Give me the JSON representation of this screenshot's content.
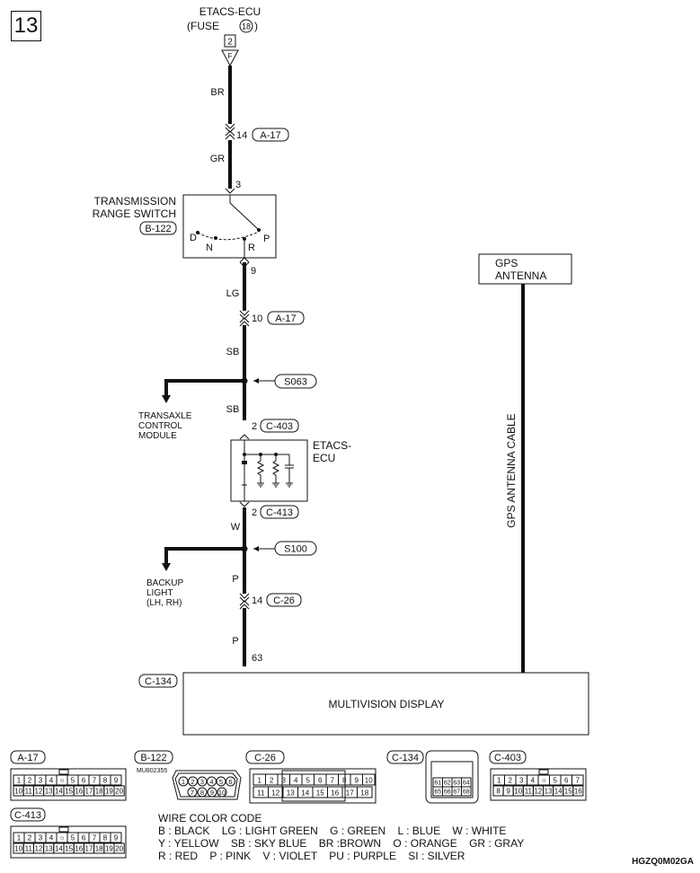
{
  "page_number": "13",
  "figure_code": "HGZQ0M02GA",
  "power_source": {
    "line1": "ETACS-ECU",
    "fuse_prefix": "(FUSE",
    "fuse_num": "18",
    "fuse_suffix": ")",
    "pin": "2",
    "terminal": "F"
  },
  "wires": [
    {
      "color": "BR"
    },
    {
      "color": "GR"
    },
    {
      "color": "LG"
    },
    {
      "color": "SB"
    },
    {
      "color": "SB"
    },
    {
      "color": "W"
    },
    {
      "color": "P"
    },
    {
      "color": "P"
    }
  ],
  "connectors_inline": [
    {
      "pin": "14",
      "id": "A-17"
    },
    {
      "pin": "10",
      "id": "A-17"
    },
    {
      "pin": "2",
      "id": "C-403"
    },
    {
      "pin": "2",
      "id": "C-413"
    },
    {
      "pin": "14",
      "id": "C-26"
    }
  ],
  "trs": {
    "title1": "TRANSMISSION",
    "title2": "RANGE SWITCH",
    "connector": "B-122",
    "pin_in": "3",
    "pin_out": "9",
    "positions": [
      "D",
      "N",
      "R",
      "P"
    ]
  },
  "splices": [
    {
      "id": "S063"
    },
    {
      "id": "S100"
    }
  ],
  "branches": [
    {
      "line1": "TRANSAXLE",
      "line2": "CONTROL",
      "line3": "MODULE"
    },
    {
      "line1": "BACKUP",
      "line2": "LIGHT",
      "line3": "(LH, RH)"
    }
  ],
  "etacs_box": {
    "line1": "ETACS-",
    "line2": "ECU"
  },
  "gps": {
    "line1": "GPS",
    "line2": "ANTENNA",
    "cable": "GPS ANTENNA CABLE"
  },
  "display": {
    "label": "MULTIVISION DISPLAY",
    "connector": "C-134",
    "pin": "63"
  },
  "connector_views": [
    {
      "id": "A-17",
      "row1": [
        "1",
        "2",
        "3",
        "4",
        "○",
        "5",
        "6",
        "7",
        "8",
        "9"
      ],
      "row2": [
        "10",
        "11",
        "12",
        "13",
        "14",
        "15",
        "16",
        "17",
        "18",
        "19",
        "20"
      ]
    },
    {
      "id": "B-122",
      "code": "MU802355",
      "row1": [
        "1",
        "2",
        "3",
        "4",
        "5",
        "6"
      ],
      "row2": [
        "7",
        "8",
        "9",
        "10"
      ]
    },
    {
      "id": "C-26",
      "row1": [
        "1",
        "2",
        "3",
        "4",
        "5",
        "6",
        "7",
        "8",
        "9",
        "10"
      ],
      "row2": [
        "11",
        "12",
        "13",
        "14",
        "15",
        "16",
        "17",
        "18"
      ]
    },
    {
      "id": "C-134",
      "row1": [
        "61",
        "62",
        "63",
        "64"
      ],
      "row2": [
        "65",
        "66",
        "67",
        "68"
      ]
    },
    {
      "id": "C-403",
      "row1": [
        "1",
        "2",
        "3",
        "4",
        "○",
        "5",
        "6",
        "7"
      ],
      "row2": [
        "8",
        "9",
        "10",
        "11",
        "12",
        "13",
        "14",
        "15",
        "16"
      ]
    },
    {
      "id": "C-413",
      "row1": [
        "1",
        "2",
        "3",
        "4",
        "○",
        "5",
        "6",
        "7",
        "8",
        "9"
      ],
      "row2": [
        "10",
        "11",
        "12",
        "13",
        "14",
        "15",
        "16",
        "17",
        "18",
        "19",
        "20"
      ]
    }
  ],
  "legend": {
    "title": "WIRE COLOR CODE",
    "lines": [
      "B : BLACK    LG : LIGHT GREEN    G : GREEN    L : BLUE    W : WHITE",
      "Y : YELLOW    SB : SKY BLUE    BR :BROWN    O : ORANGE    GR : GRAY",
      "R : RED    P : PINK    V : VIOLET    PU : PURPLE    SI : SILVER"
    ]
  }
}
